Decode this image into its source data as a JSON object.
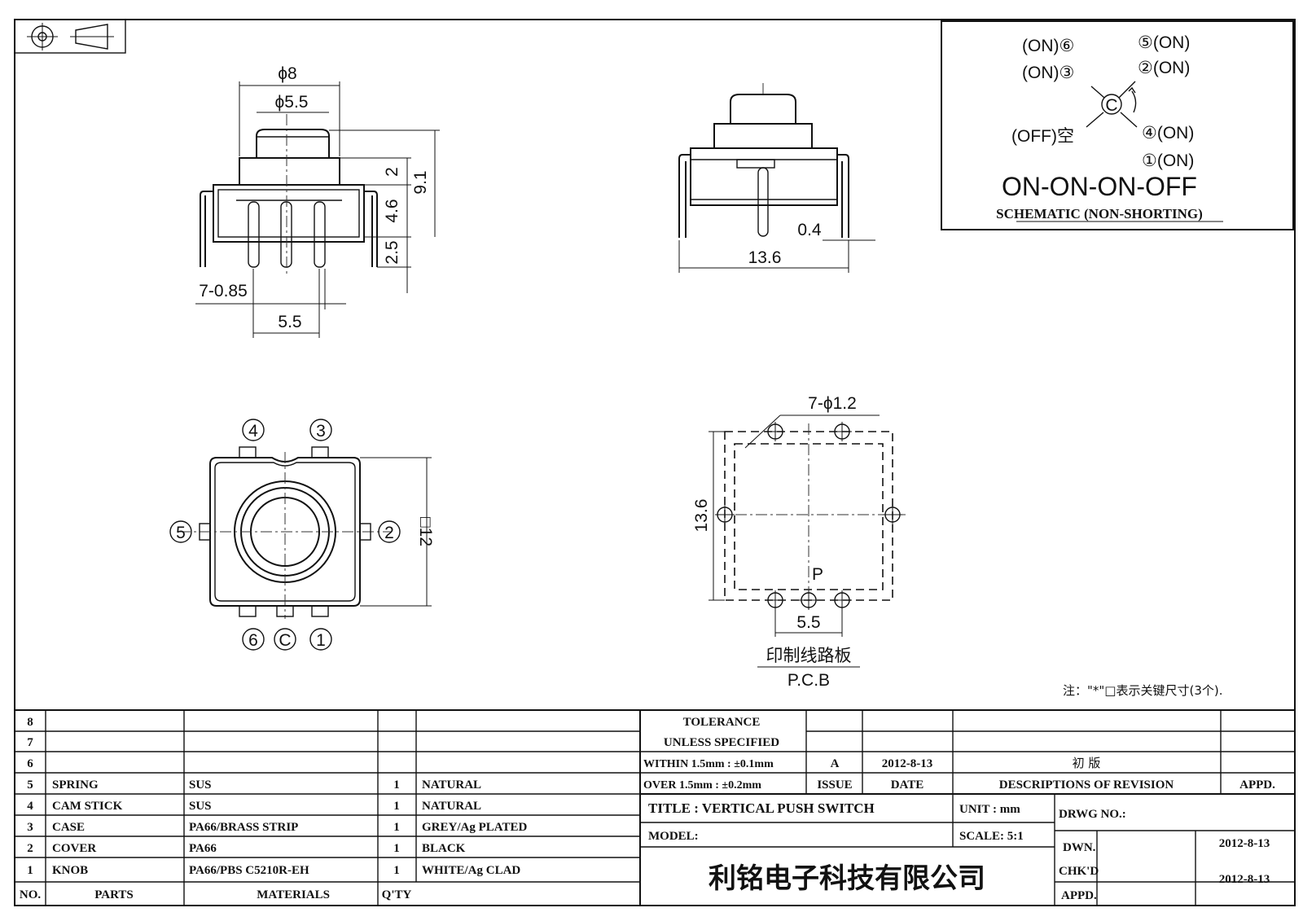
{
  "dims": {
    "d8": "ϕ8",
    "d55": "ϕ5.5",
    "h2": "2",
    "h46": "4.6",
    "h25": "2.5",
    "h91": "9.1",
    "pins": "7-0.85",
    "pitch": "5.5",
    "pin_w": "0.4",
    "width": "13.6",
    "holes": "7-ϕ1.2",
    "pcb_h": "13.6",
    "pcb_pitch": "5.5",
    "p_label": "P",
    "square": "□12"
  },
  "pins": {
    "top_left": "4",
    "top_right": "3",
    "left": "5",
    "right": "2",
    "bottom_left": "6",
    "bottom_mid": "C",
    "bottom_right": "1"
  },
  "schematic": {
    "p6": "(ON)⑥",
    "p3": "(ON)③",
    "p5": "⑤(ON)",
    "p2": "②(ON)",
    "common": "C",
    "off": "(OFF)空",
    "p4": "④(ON)",
    "p1": "①(ON)",
    "sequence": "ON-ON-ON-OFF",
    "caption": "SCHEMATIC (NON-SHORTING)"
  },
  "pcb": {
    "cn": "印制线路板",
    "en": "P.C.B"
  },
  "note": "注：\"*\"□表示关键尺寸(3个).",
  "parts": [
    {
      "no": "8",
      "part": "",
      "material": "",
      "qty": "",
      "finish": ""
    },
    {
      "no": "7",
      "part": "",
      "material": "",
      "qty": "",
      "finish": ""
    },
    {
      "no": "6",
      "part": "",
      "material": "",
      "qty": "",
      "finish": ""
    },
    {
      "no": "5",
      "part": "SPRING",
      "material": "SUS",
      "qty": "1",
      "finish": "NATURAL"
    },
    {
      "no": "4",
      "part": "CAM STICK",
      "material": "SUS",
      "qty": "1",
      "finish": "NATURAL"
    },
    {
      "no": "3",
      "part": "CASE",
      "material": "PA66/BRASS STRIP",
      "qty": "1",
      "finish": "GREY/Ag PLATED"
    },
    {
      "no": "2",
      "part": "COVER",
      "material": "PA66",
      "qty": "1",
      "finish": "BLACK"
    },
    {
      "no": "1",
      "part": "KNOB",
      "material": "PA66/PBS C5210R-EH",
      "qty": "1",
      "finish": "WHITE/Ag CLAD"
    }
  ],
  "headers": {
    "no": "NO.",
    "parts": "PARTS",
    "materials": "MATERIALS",
    "qty": "Q'TY"
  },
  "tolerance": {
    "l1": "TOLERANCE",
    "l2": "UNLESS  SPECIFIED",
    "l3": "WITHIN 1.5mm : ±0.1mm",
    "l4": "OVER 1.5mm : ±0.2mm"
  },
  "revision": {
    "issue": "A",
    "date": "2012-8-13",
    "desc": "初  版",
    "h_issue": "ISSUE",
    "h_date": "DATE",
    "h_desc": "DESCRIPTIONS OF REVISION",
    "h_appd": "APPD."
  },
  "title_block": {
    "title": "TITLE :  VERTICAL PUSH SWITCH",
    "unit": "UNIT :  mm",
    "drwg": "DRWG NO.:",
    "model": "MODEL:",
    "scale": "SCALE:  5:1",
    "dwn": "DWN.",
    "dwn_date": "2012-8-13",
    "chkd": "CHK'D",
    "chkd_date": "2012-8-13",
    "appd": "APPD.",
    "company": "利铭电子科技有限公司"
  }
}
